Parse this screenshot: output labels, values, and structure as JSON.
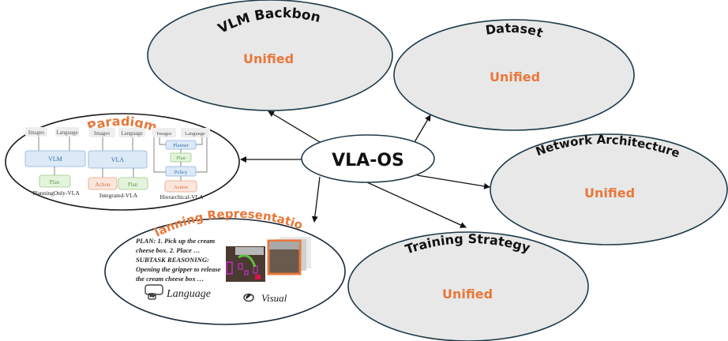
{
  "center": {
    "label": "VLA-OS"
  },
  "nodes": {
    "vlm_backbone": {
      "title": "VLM Backbone",
      "status": "Unified"
    },
    "dataset": {
      "title": "Dataset",
      "status": "Unified"
    },
    "network_architecture": {
      "title": "Network Architecture",
      "status": "Unified"
    },
    "training_strategy": {
      "title": "Training Strategy",
      "status": "Unified"
    },
    "paradigm": {
      "title": "Paradigm",
      "diagrams": [
        {
          "name": "PlanningOnly-VLA",
          "inputs": [
            "Images",
            "Language"
          ],
          "model": "VLM",
          "outputs": [
            "Plan"
          ]
        },
        {
          "name": "Integrated-VLA",
          "inputs": [
            "Images",
            "Language"
          ],
          "model": "VLA",
          "outputs": [
            "Action",
            "Plan"
          ]
        },
        {
          "name": "Hierarchical-VLA",
          "inputs": [
            "Images",
            "Language"
          ],
          "planner": "Planner",
          "plan": "Plan",
          "policy": "Policy",
          "action": "Action"
        }
      ]
    },
    "planning_representation": {
      "title": "Planning Representation",
      "text_lines": [
        "PLAN: 1. Pick up the cream",
        "cheese box. 2. Place  …",
        "SUBTASK REASONING:",
        "Opening the gripper to release",
        "the cream cheese box …"
      ],
      "language_label": "Language",
      "visual_label": "Visual"
    }
  },
  "colors": {
    "accent_orange": "#e8773a",
    "node_fill": "#e8e8e8",
    "node_stroke": "#1f3a4a",
    "blue_box": "#dce9f7",
    "blue_stroke": "#8fb3dd",
    "green_box": "#e4f3dc",
    "green_stroke": "#9ccc88",
    "orange_box": "#fbe6dc",
    "orange_stroke": "#e8a080",
    "gray_box": "#eeeeee"
  }
}
